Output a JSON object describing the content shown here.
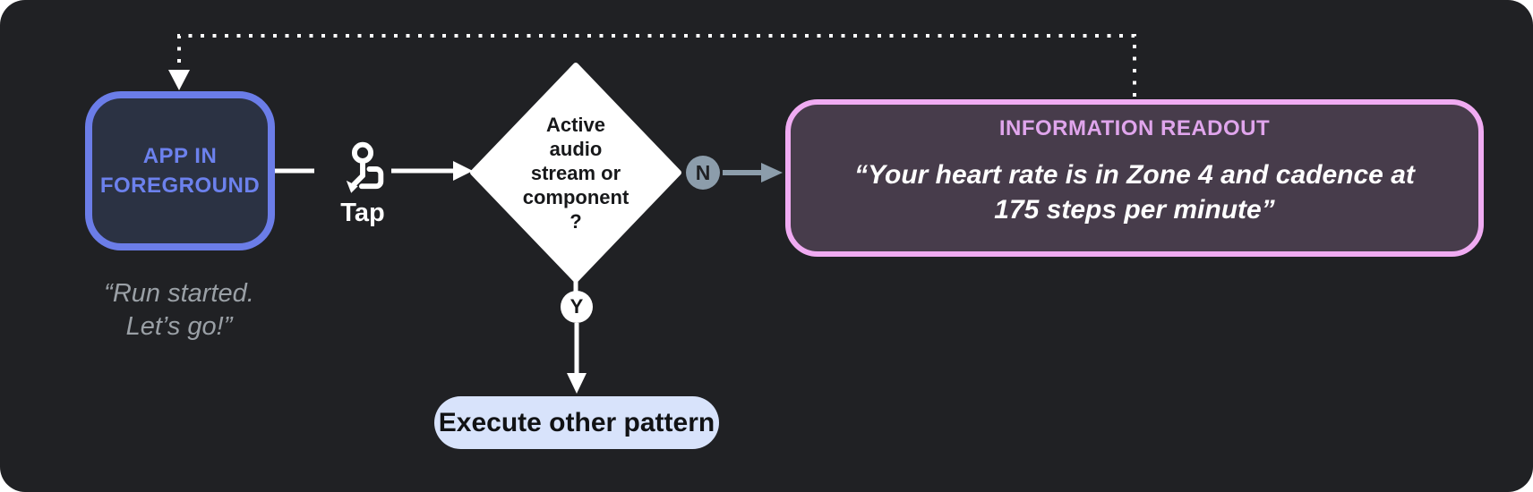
{
  "diagram": {
    "nodes": {
      "app_box": {
        "label": "APP IN\nFOREGROUND",
        "quote": "“Run started.\nLet’s go!”"
      },
      "tap": {
        "label": "Tap"
      },
      "decision": {
        "label": "Active\naudio\nstream or\ncomponent\n?"
      },
      "no_badge": {
        "label": "N"
      },
      "yes_badge": {
        "label": "Y"
      },
      "readout": {
        "title": "INFORMATION READOUT",
        "quote": "“Your heart rate is in Zone 4 and cadence at\n175 steps per minute”"
      },
      "execute": {
        "label": "Execute other pattern"
      }
    },
    "edges": [
      "app_box -> tap -> decision",
      "decision -N-> readout",
      "decision -Y-> execute",
      "readout ..dotted feedback.. app_box"
    ],
    "colors": {
      "canvas_bg": "#202124",
      "app_box_border": "#6B7DE8",
      "app_box_fill": "#2B3243",
      "app_box_text": "#6C81ED",
      "quote_gray": "#9AA0A6",
      "diamond_fill": "#FFFFFF",
      "slate_badge": "#8C9DAB",
      "readout_border": "#F0ABF2",
      "readout_fill": "#473C4B",
      "readout_title": "#E0A5EC",
      "pill_fill": "#D8E3FB",
      "white": "#FFFFFF"
    }
  }
}
